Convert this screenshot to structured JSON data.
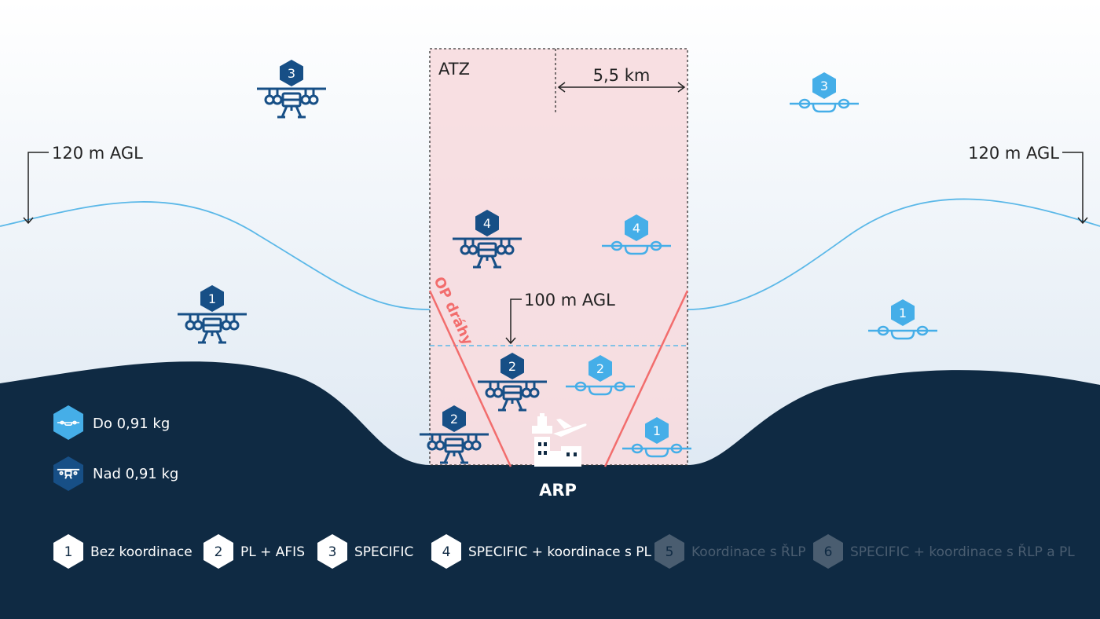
{
  "diagram": {
    "labels": {
      "atz": "ATZ",
      "distance": "5,5 km",
      "agl_left": "120 m AGL",
      "agl_right": "120 m AGL",
      "agl_100": "100 m AGL",
      "runway_zone": "OP dráhy",
      "arp": "ARP"
    },
    "colors": {
      "sky_top": "#ffffff",
      "sky_bottom": "#e3ecf5",
      "ground": "#0f2a43",
      "atz_fill": "#f7dcdf",
      "runway_line": "#f26d6d",
      "dark_drone": "#174f86",
      "light_drone": "#45aee8",
      "terrain_line": "#5bb8e8"
    },
    "drones": [
      {
        "category": "3",
        "weight": "heavy"
      },
      {
        "category": "3",
        "weight": "light"
      },
      {
        "category": "4",
        "weight": "heavy"
      },
      {
        "category": "4",
        "weight": "light"
      },
      {
        "category": "1",
        "weight": "heavy"
      },
      {
        "category": "1",
        "weight": "light"
      },
      {
        "category": "2",
        "weight": "heavy"
      },
      {
        "category": "2",
        "weight": "light"
      },
      {
        "category": "2",
        "weight": "heavy"
      },
      {
        "category": "1",
        "weight": "light"
      }
    ]
  },
  "legend": {
    "weight": [
      {
        "icon": "light-drone-icon",
        "label": "Do 0,91 kg"
      },
      {
        "icon": "heavy-drone-icon",
        "label": "Nad 0,91 kg"
      }
    ],
    "categories": [
      {
        "num": "1",
        "label": "Bez koordinace",
        "active": true
      },
      {
        "num": "2",
        "label": "PL + AFIS",
        "active": true
      },
      {
        "num": "3",
        "label": "SPECIFIC",
        "active": true
      },
      {
        "num": "4",
        "label": "SPECIFIC + koordinace s PL",
        "active": true
      },
      {
        "num": "5",
        "label": "Koordinace s ŘLP",
        "active": false
      },
      {
        "num": "6",
        "label": "SPECIFIC + koordinace s ŘLP a PL",
        "active": false
      }
    ]
  }
}
